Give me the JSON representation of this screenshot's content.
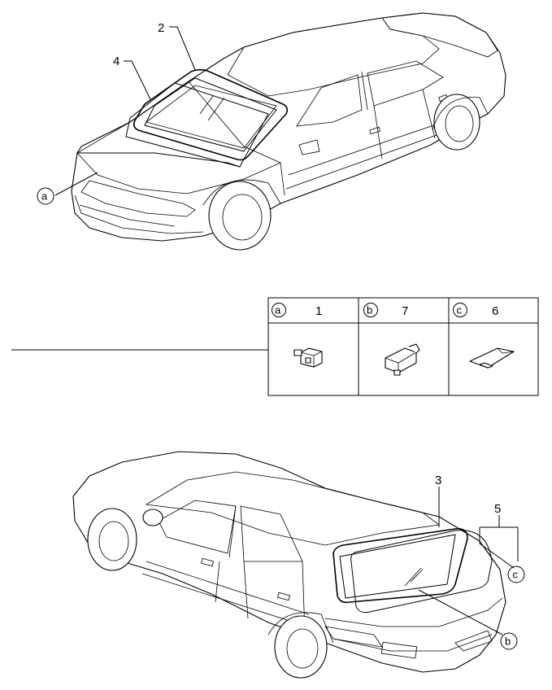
{
  "parts": {
    "front_glass_label": "2",
    "front_seal_label": "4",
    "rear_glass_label": "3",
    "rear_seal_label": "5"
  },
  "callouts": {
    "a": "a",
    "b": "b",
    "c": "c"
  },
  "clip_table": {
    "columns": [
      {
        "letter": "a",
        "part_number": "1"
      },
      {
        "letter": "b",
        "part_number": "7"
      },
      {
        "letter": "c",
        "part_number": "6"
      }
    ]
  }
}
